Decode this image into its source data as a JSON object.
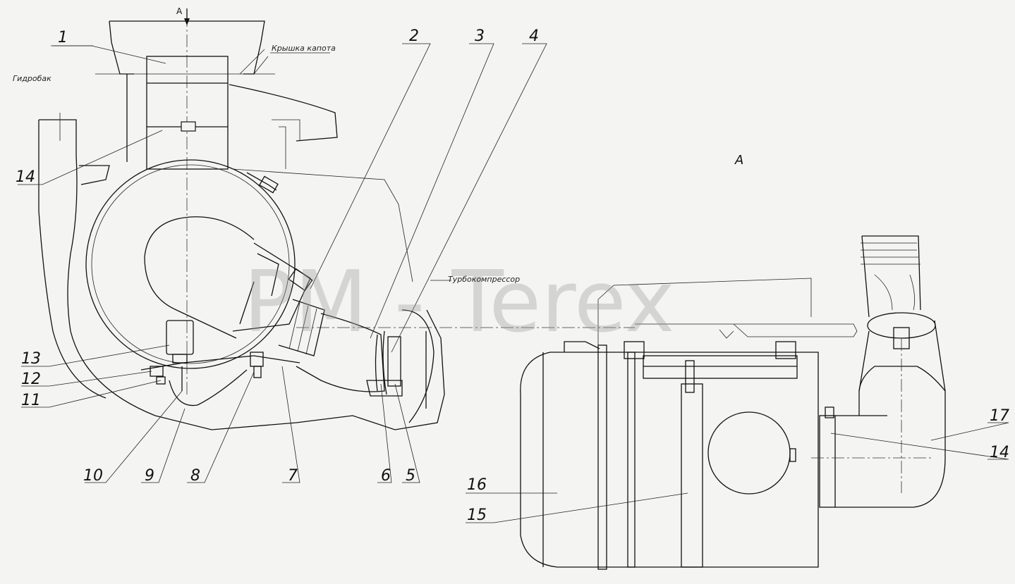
{
  "view_mark_a": "A",
  "view_title_a": "A",
  "labels": {
    "hood_cover": "Крышка капота",
    "hydro_tank": "Гидробак",
    "turbocharger": "Турбокомпрессор"
  },
  "callouts": [
    {
      "id": "c1",
      "text": "1"
    },
    {
      "id": "c2",
      "text": "2"
    },
    {
      "id": "c3",
      "text": "3"
    },
    {
      "id": "c4",
      "text": "4"
    },
    {
      "id": "c14a",
      "text": "14"
    },
    {
      "id": "c13",
      "text": "13"
    },
    {
      "id": "c12",
      "text": "12"
    },
    {
      "id": "c11",
      "text": "11"
    },
    {
      "id": "c10",
      "text": "10"
    },
    {
      "id": "c9",
      "text": "9"
    },
    {
      "id": "c8",
      "text": "8"
    },
    {
      "id": "c7",
      "text": "7"
    },
    {
      "id": "c6",
      "text": "6"
    },
    {
      "id": "c5",
      "text": "5"
    },
    {
      "id": "c16",
      "text": "16"
    },
    {
      "id": "c15",
      "text": "15"
    },
    {
      "id": "c17",
      "text": "17"
    },
    {
      "id": "c14b",
      "text": "14"
    }
  ],
  "watermark": "PM - Terex"
}
